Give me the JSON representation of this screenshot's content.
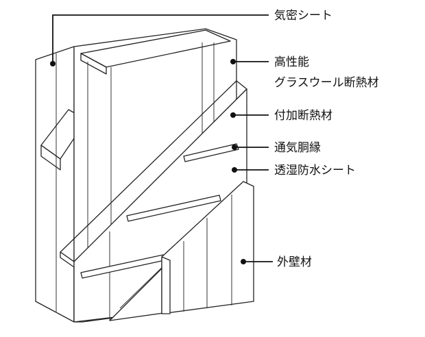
{
  "labels": {
    "airtight_sheet": "気密シート",
    "high_perf_line1": "高性能",
    "high_perf_line2": "グラスウール断熱材",
    "additional_insulation": "付加断熱材",
    "ventilation_batten": "通気胴縁",
    "breathable_membrane": "透湿防水シート",
    "exterior_cladding": "外壁材"
  },
  "colors": {
    "line": "#222222",
    "background": "#ffffff"
  }
}
